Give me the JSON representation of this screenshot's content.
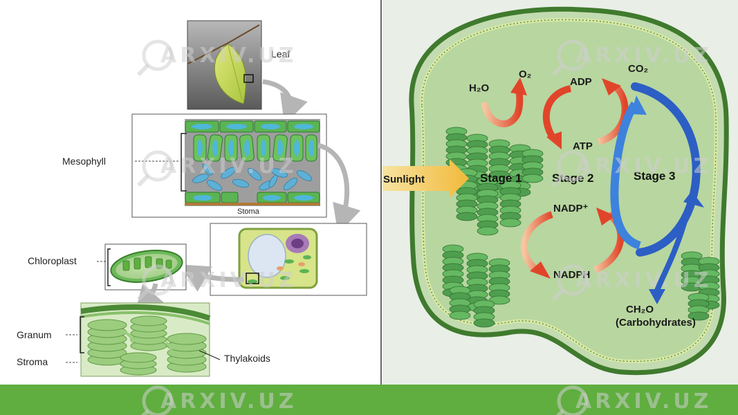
{
  "left_panel": {
    "leaf_label": "Leaf",
    "mesophyll_label": "Mesophyll",
    "stoma_label": "Stoma",
    "chloroplast_label": "Chloroplast",
    "granum_label": "Granum",
    "stroma_label": "Stroma",
    "thylakoids_label": "Thylakoids"
  },
  "right_panel": {
    "sunlight_label": "Sunlight",
    "stage1_label": "Stage 1",
    "stage2_label": "Stage 2",
    "stage3_label": "Stage 3",
    "h2o_label": "H₂O",
    "o2_label": "O₂",
    "adp_label": "ADP",
    "atp_label": "ATP",
    "co2_label": "CO₂",
    "nadp_label": "NADP⁺",
    "nadph_label": "NADPH",
    "ch2o_label": "CH₂O",
    "carbohydrates_label": "(Carbohydrates)"
  },
  "watermark_text": "ARXIV.UZ",
  "colors": {
    "footer_green": "#5fae3f",
    "chloroplast_fill": "#a7cf8e",
    "grana_green": "#5aa85a",
    "red_arrow": "#e0452a",
    "blue_arrow": "#2c5ec4",
    "sunlight_arrow": "#f4c24a"
  }
}
